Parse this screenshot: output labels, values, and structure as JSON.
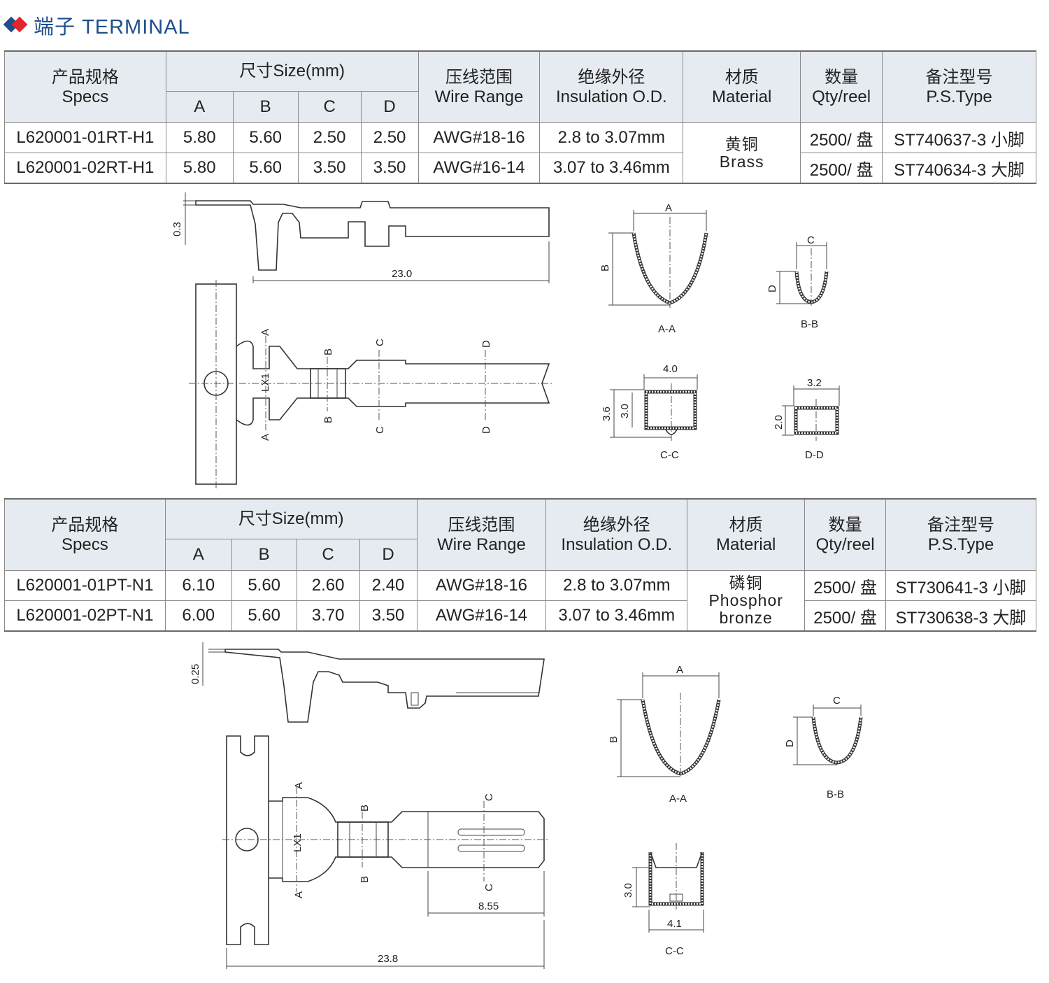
{
  "header": {
    "title": "端子 TERMINAL"
  },
  "columns": {
    "specs": [
      "产品规格",
      "Specs"
    ],
    "size": "尺寸Size(mm)",
    "size_cols": [
      "A",
      "B",
      "C",
      "D"
    ],
    "wire": [
      "压线范围",
      "Wire Range"
    ],
    "insulation": [
      "绝缘外径",
      "Insulation O.D."
    ],
    "material": [
      "材质",
      "Material"
    ],
    "qty": [
      "数量",
      "Qty/reel"
    ],
    "type": [
      "备注型号",
      "P.S.Type"
    ]
  },
  "table1": {
    "rows": [
      {
        "spec": "L620001-01RT-H1",
        "a": "5.80",
        "b": "5.60",
        "c": "2.50",
        "d": "2.50",
        "wire": "AWG#18-16",
        "ins": "2.8 to 3.07mm",
        "qty": "2500/ 盘",
        "type": "ST740637-3 小脚"
      },
      {
        "spec": "L620001-02RT-H1",
        "a": "5.80",
        "b": "5.60",
        "c": "3.50",
        "d": "3.50",
        "wire": "AWG#16-14",
        "ins": "3.07 to 3.46mm",
        "qty": "2500/ 盘",
        "type": "ST740634-3 大脚"
      }
    ],
    "material": [
      "黄铜",
      "Brass"
    ]
  },
  "table2": {
    "rows": [
      {
        "spec": "L620001-01PT-N1",
        "a": "6.10",
        "b": "5.60",
        "c": "2.60",
        "d": "2.40",
        "wire": "AWG#18-16",
        "ins": "2.8 to 3.07mm",
        "qty": "2500/ 盘",
        "type": "ST730641-3 小脚"
      },
      {
        "spec": "L620001-02PT-N1",
        "a": "6.00",
        "b": "5.60",
        "c": "3.70",
        "d": "3.50",
        "wire": "AWG#16-14",
        "ins": "3.07 to 3.46mm",
        "qty": "2500/ 盘",
        "type": "ST730638-3 大脚"
      }
    ],
    "material": [
      "磷铜",
      "Phosphor",
      "bronze"
    ]
  },
  "drawing1": {
    "dim_thickness": "0.3",
    "dim_length": "23.0",
    "section_letters": [
      "A",
      "B",
      "C",
      "D"
    ],
    "lx": "LX1",
    "aa": {
      "label": "A-A",
      "w": "A",
      "h": "B"
    },
    "bb": {
      "label": "B-B",
      "w": "C",
      "h": "D"
    },
    "cc": {
      "label": "C-C",
      "w": "4.0",
      "h_outer": "3.6",
      "h_inner": "3.0"
    },
    "dd": {
      "label": "D-D",
      "w": "3.2",
      "h": "2.0"
    }
  },
  "drawing2": {
    "dim_thickness": "0.25",
    "dim_length": "23.8",
    "dim_pin": "8.55",
    "section_letters": [
      "A",
      "B",
      "C"
    ],
    "lx": "LX1",
    "aa": {
      "label": "A-A",
      "w": "A",
      "h": "B"
    },
    "bb": {
      "label": "B-B",
      "w": "C",
      "h": "D"
    },
    "cc": {
      "label": "C-C",
      "w": "4.1",
      "h": "3.0"
    }
  }
}
